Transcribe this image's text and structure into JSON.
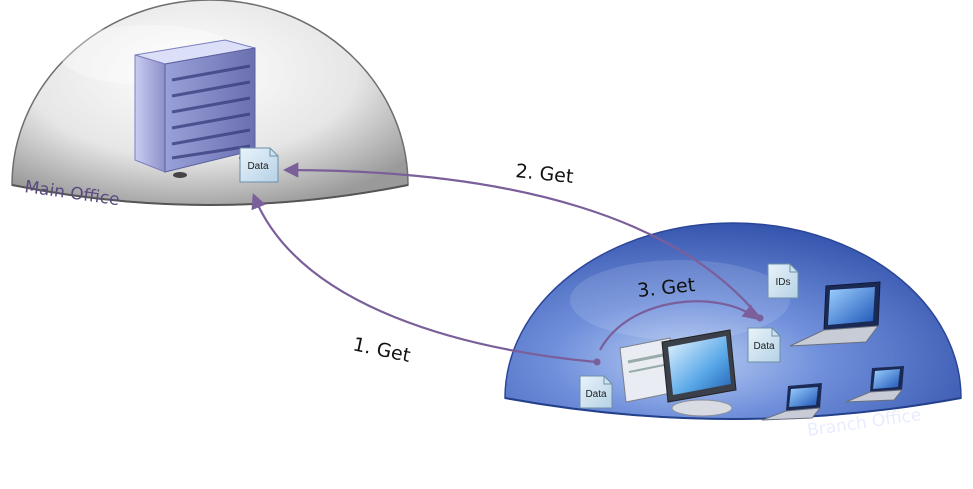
{
  "diagram": {
    "locations": {
      "main_office": "Main Office",
      "branch_office": "Branch Office"
    },
    "files": {
      "main_data": "Data",
      "branch_data_client": "Data",
      "branch_data_hosted": "Data",
      "branch_ids": "IDs"
    },
    "steps": {
      "step1": "1. Get",
      "step2": "2. Get",
      "step3": "3. Get"
    }
  },
  "colors": {
    "arrow": "#7a5f9a",
    "branch_dome": "#4f6fc4",
    "main_dome": "#e6e6e6",
    "file_icon": "#cfe3ef"
  }
}
